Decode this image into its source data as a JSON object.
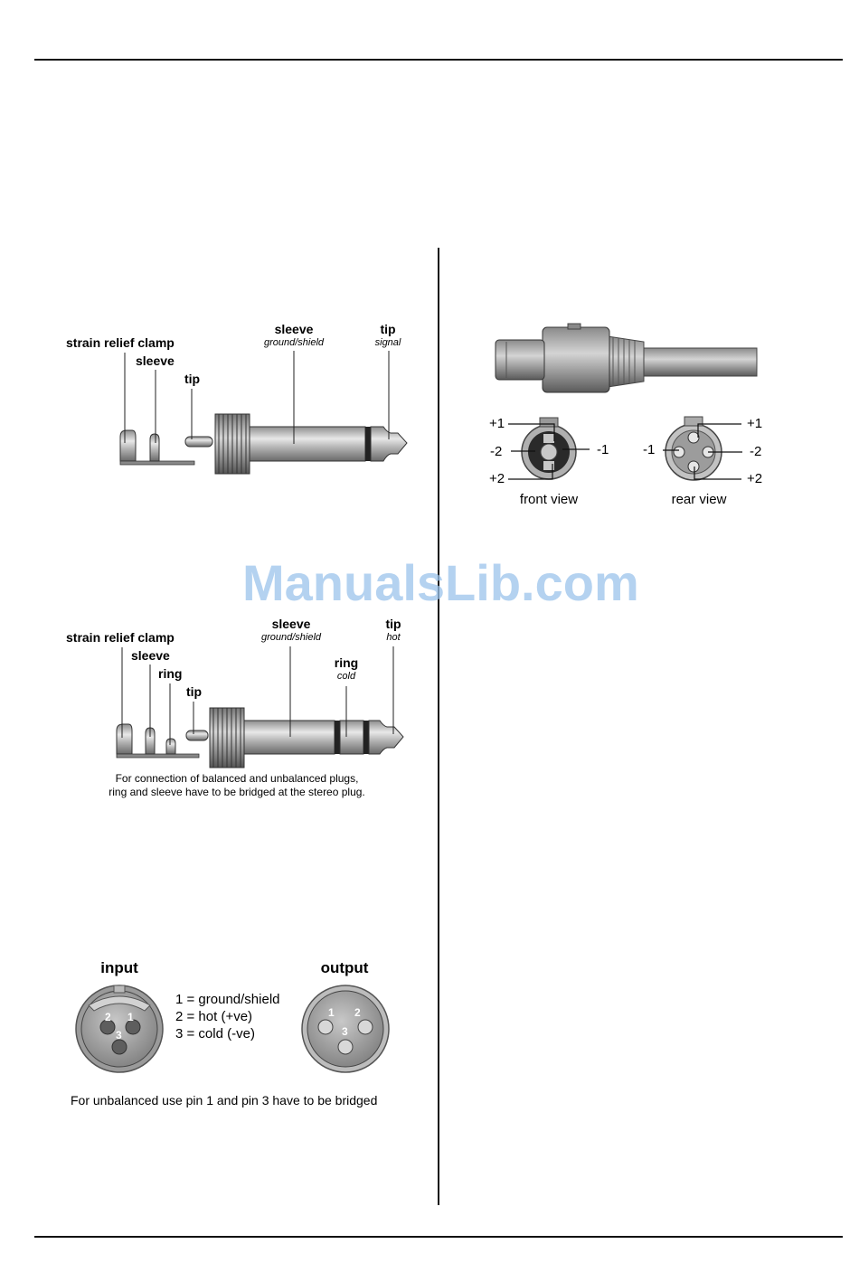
{
  "mono_jack": {
    "strain_relief_clamp": "strain relief clamp",
    "sleeve": "sleeve",
    "tip": "tip",
    "plug_sleeve": "sleeve",
    "plug_sleeve_sub": "ground/shield",
    "plug_tip": "tip",
    "plug_tip_sub": "signal"
  },
  "stereo_jack": {
    "strain_relief_clamp": "strain relief clamp",
    "sleeve": "sleeve",
    "ring": "ring",
    "tip": "tip",
    "plug_sleeve": "sleeve",
    "plug_sleeve_sub": "ground/shield",
    "plug_ring": "ring",
    "plug_ring_sub": "cold",
    "plug_tip": "tip",
    "plug_tip_sub": "hot",
    "note_line1": "For connection of balanced and unbalanced plugs,",
    "note_line2": "ring and sleeve have to be bridged at the stereo plug."
  },
  "xlr": {
    "input": "input",
    "output": "output",
    "legend1": "1 = ground/shield",
    "legend2": "2 = hot (+ve)",
    "legend3": "3 = cold (-ve)",
    "pin1": "1",
    "pin2": "2",
    "pin3": "3",
    "note": "For unbalanced use pin 1 and pin 3 have to be bridged"
  },
  "speakon": {
    "front_plus1": "+1",
    "front_minus2": "-2",
    "front_plus2": "+2",
    "front_minus1": "-1",
    "front_view": "front view",
    "rear_plus1": "+1",
    "rear_minus1": "-1",
    "rear_minus2": "-2",
    "rear_plus2": "+2",
    "rear_view": "rear view"
  },
  "watermark": "ManualsLib.com"
}
